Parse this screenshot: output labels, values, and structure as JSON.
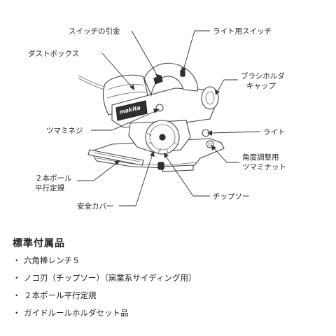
{
  "diagram": {
    "labels": {
      "switch_trigger": "スイッチの引金",
      "light_switch": "ライト用スイッチ",
      "dust_box": "ダストボックス",
      "brush_holder_cap_line1": "ブラシホルダ",
      "brush_holder_cap_line2": "キャップ",
      "knob_screw": "ツマミネジ",
      "light": "ライト",
      "angle_nut_line1": "角度調整用",
      "angle_nut_line2": "ツマミナット",
      "two_pole_line1": "２本ポール",
      "two_pole_line2": "平行定規",
      "safety_cover": "安全カバー",
      "tip_saw": "チップソー"
    },
    "brand_logo": "makita"
  },
  "accessories": {
    "heading": "標準付属品",
    "bullet": "・",
    "items": [
      "六角棒レンチ５",
      "ノコ刃（チップソー）（窯業系サイディング用）",
      "２本ポール平行定規",
      "ガイドルールホルダセット品"
    ]
  }
}
